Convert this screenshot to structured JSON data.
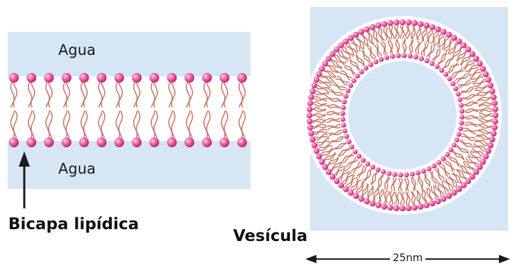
{
  "bilayer_panel": {
    "water_top": "Agua",
    "water_bottom": "Agua",
    "caption": "Bicapa lipídica"
  },
  "vesicle_panel": {
    "caption": "Vesícula",
    "scale_label": "25nm"
  },
  "colors": {
    "water": "#d6e6f4",
    "lipid_head": "#e8509a",
    "lipid_tail": "#c97a6a",
    "arrow": "#1a1a1a"
  }
}
